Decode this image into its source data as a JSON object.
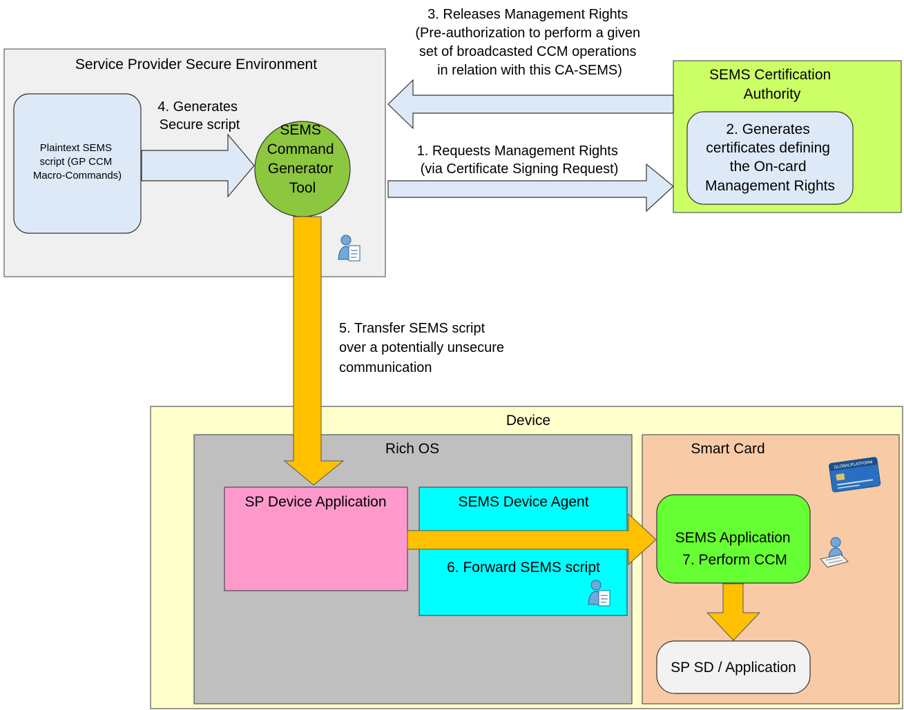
{
  "colors": {
    "sp_env_fill": "#f0f0f0",
    "ca_fill": "#ccff66",
    "inner_box_fill": "#dee9f7",
    "tool_fill": "#8dc63f",
    "device_fill": "#ffffcc",
    "rich_os_fill": "#bfbfbf",
    "smart_card_fill": "#f8cba6",
    "sp_app_fill": "#ff99cc",
    "agent_fill": "#00ffff",
    "sems_app_fill": "#66ff33",
    "sp_sd_fill": "#f2f2f2",
    "blue_arrow_fill": "#dee9f7",
    "orange_arrow_fill": "#ffc000"
  },
  "sp_env": {
    "title": "Service Provider Secure Environment"
  },
  "plaintext": {
    "lines": [
      "Plaintext SEMS",
      "script (GP CCM",
      "Macro-Commands)"
    ]
  },
  "tool": {
    "lines": [
      "SEMS",
      "Command",
      "Generator",
      "Tool"
    ]
  },
  "step4": {
    "lines": [
      "4. Generates",
      "Secure script"
    ]
  },
  "ca": {
    "title_lines": [
      "SEMS Certification",
      "Authority"
    ],
    "inner_lines": [
      "2. Generates",
      "certificates defining",
      "the On-card",
      "Management Rights"
    ]
  },
  "step3": {
    "lines": [
      "3. Releases Management Rights",
      "(Pre-authorization to perform a given",
      "set of broadcasted CCM operations",
      "in relation with this CA-SEMS)"
    ]
  },
  "step1": {
    "lines": [
      "1. Requests Management Rights",
      "(via Certificate Signing Request)"
    ]
  },
  "step5": {
    "lines": [
      "5. Transfer SEMS script",
      "over a potentially unsecure",
      "communication"
    ]
  },
  "device": {
    "title": "Device"
  },
  "rich_os": {
    "title": "Rich OS"
  },
  "smart_card": {
    "title": "Smart Card"
  },
  "card_logo": {
    "text": "GLOBALPLATFORM"
  },
  "sp_app": {
    "label": "SP Device Application"
  },
  "agent": {
    "label": "SEMS Device Agent",
    "step6": "6. Forward SEMS script"
  },
  "sems_app": {
    "lines": [
      "SEMS Application",
      "7. Perform CCM"
    ]
  },
  "sp_sd": {
    "label": "SP SD / Application"
  },
  "icons": [
    "person-document-icon",
    "person-terminal-icon",
    "credit-card-icon"
  ]
}
